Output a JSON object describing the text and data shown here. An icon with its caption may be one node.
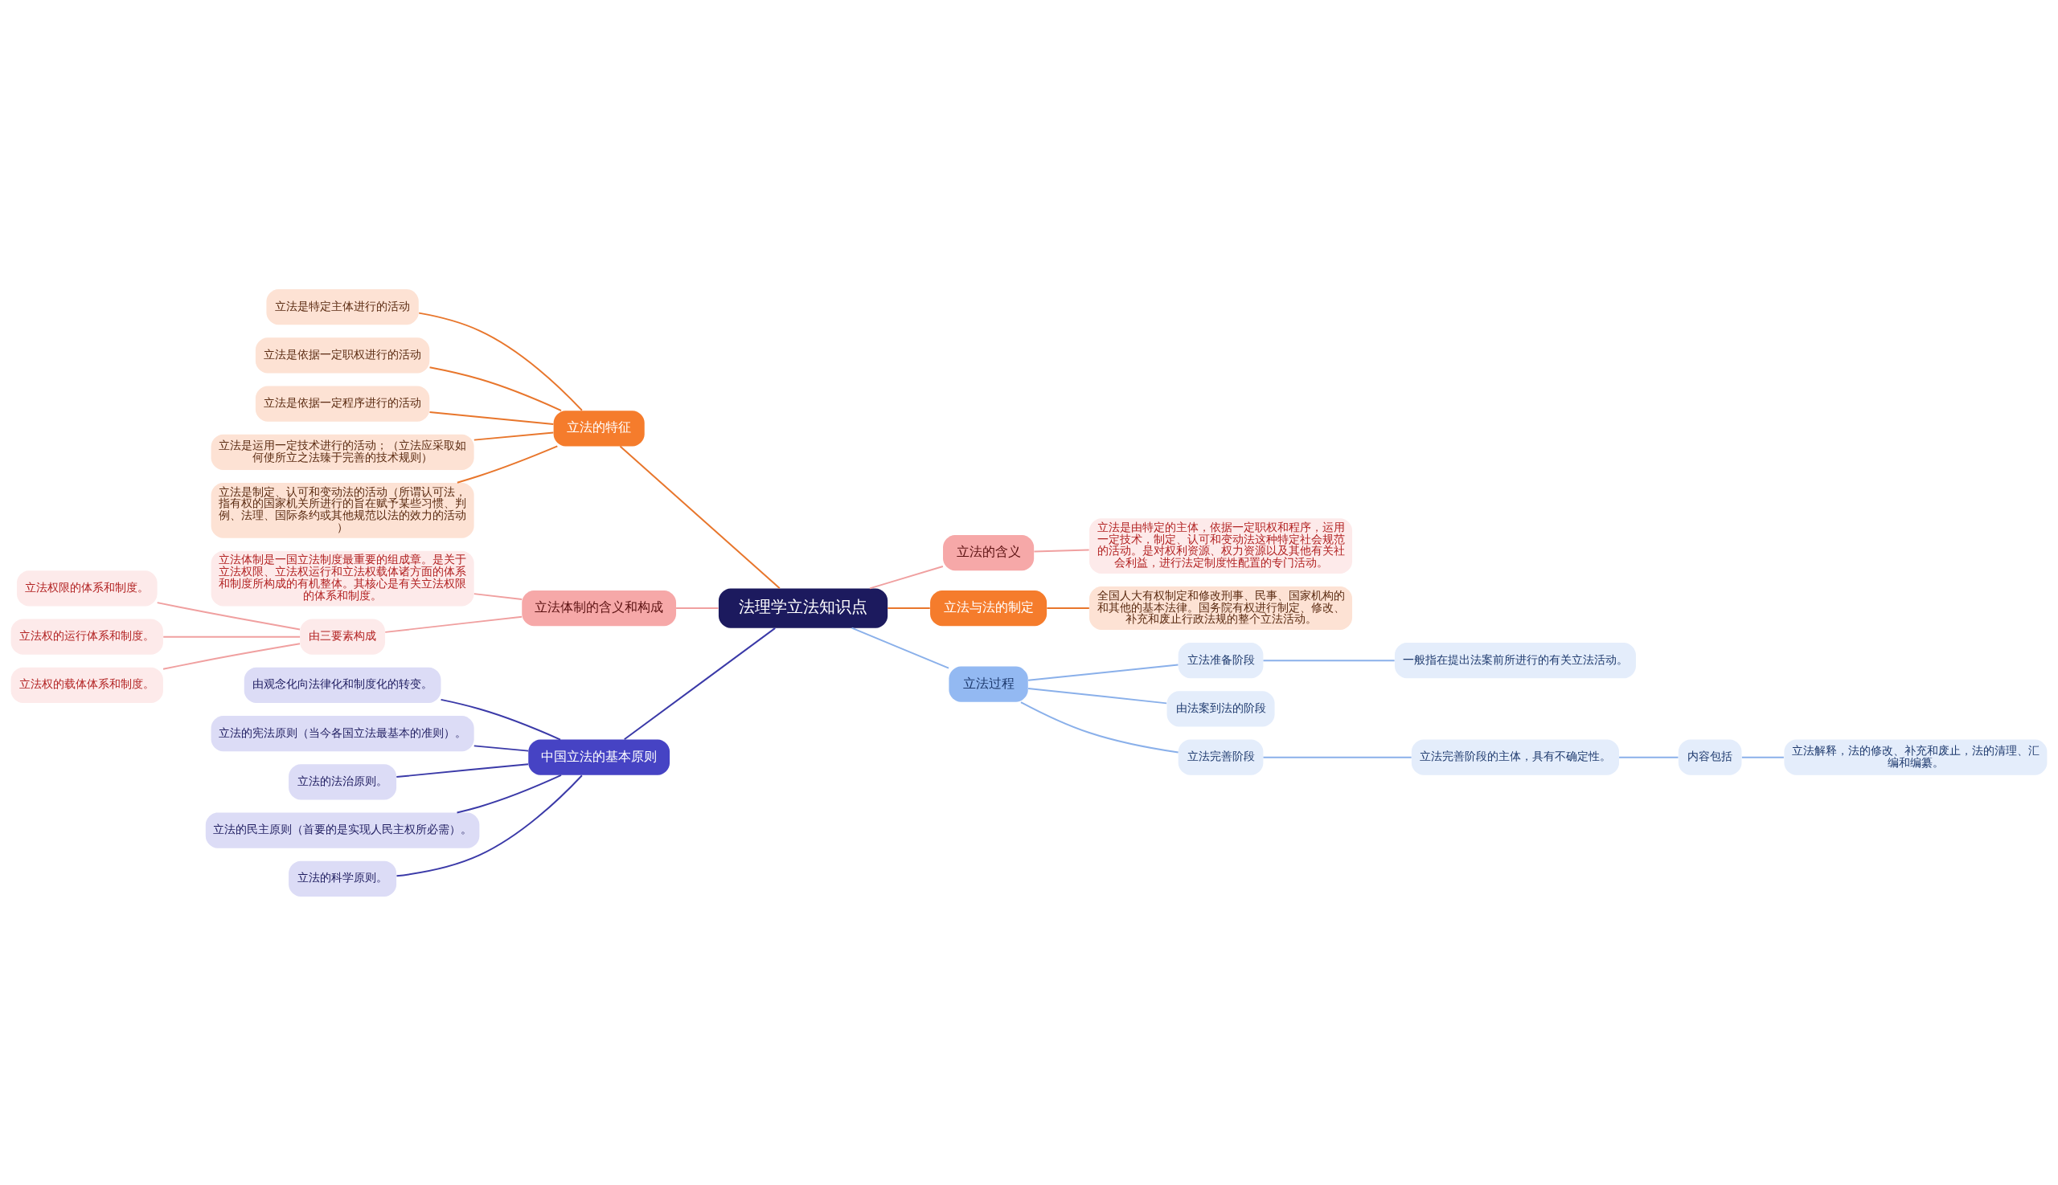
{
  "diagram": {
    "nodes": [
      {
        "text": [
          "法理学立法知识点"
        ]
      },
      {
        "text": [
          "立法的特征"
        ]
      },
      {
        "text": [
          "立法是特定主体进行的活动"
        ]
      },
      {
        "text": [
          "立法是依据一定职权进行的活动"
        ]
      },
      {
        "text": [
          "立法是依据一定程序进行的活动"
        ]
      },
      {
        "text": [
          "立法是运用一定技术进行的活动；（立法应采取如何使所立之法臻于完善的技术规则）"
        ]
      },
      {
        "text": [
          "立法是制定、认可和变动法的活动（所谓认可法，指有权的国家机关所进行的旨在赋予某些习惯、判例、法理、国际条约或其他规范以法的效力的活动）"
        ]
      },
      {
        "text": [
          "立法体制的含义和构成"
        ]
      },
      {
        "text": [
          "立法体制是一国立法制度最重要的组成章。是关于立法权限、立法权运行和立法权载体诸方面的体系和制度所构成的有机整体。其核心是有关立法权限的体系和制度。"
        ]
      },
      {
        "text": [
          "由三要素构成"
        ]
      },
      {
        "text": [
          "立法权限的体系和制度。"
        ]
      },
      {
        "text": [
          "立法权的运行体系和制度。"
        ]
      },
      {
        "text": [
          "立法权的载体体系和制度。"
        ]
      },
      {
        "text": [
          "中国立法的基本原则"
        ]
      },
      {
        "text": [
          "由观念化向法律化和制度化的转变。"
        ]
      },
      {
        "text": [
          "立法的宪法原则（当今各国立法最基本的准则）。"
        ]
      },
      {
        "text": [
          "立法的法治原则。"
        ]
      },
      {
        "text": [
          "立法的民主原则（首要的是实现人民主权所必需）。"
        ]
      },
      {
        "text": [
          "立法的科学原则。"
        ]
      },
      {
        "text": [
          "立法的含义"
        ]
      },
      {
        "text": [
          "立法是由特定的主体，依据一定职权和程序，运用一定技术，制定、认可和变动法这种特定社会规范的活动。是对权利资源、权力资源以及其他有关社会利益，进行法定制度性配置的专门活动。"
        ]
      },
      {
        "text": [
          "立法与法的制定"
        ]
      },
      {
        "text": [
          "全国人大有权制定和修改刑事、民事、国家机构的和其他的基本法律。国务院有权进行制定、修改、补充和废止行政法规的整个立法活动。"
        ]
      },
      {
        "text": [
          "立法过程"
        ]
      },
      {
        "text": [
          "立法准备阶段"
        ]
      },
      {
        "text": [
          "一般指在提出法案前所进行的有关立法活动。"
        ]
      },
      {
        "text": [
          "由法案到法的阶段"
        ]
      },
      {
        "text": [
          "立法完善阶段"
        ]
      },
      {
        "text": [
          "立法完善阶段的主体，具有不确定性。"
        ]
      },
      {
        "text": [
          "内容包括"
        ]
      },
      {
        "text": [
          "立法解释，法的修改、补充和废止，法的清理、汇编和编纂。"
        ]
      }
    ],
    "edges": [
      {
        "from": 0,
        "to": 1,
        "arrow": "none",
        "color": "#e8762c"
      },
      {
        "from": 1,
        "to": 2,
        "arrow": "none",
        "color": "#e8762c"
      },
      {
        "from": 1,
        "to": 3,
        "arrow": "none",
        "color": "#e8762c"
      },
      {
        "from": 1,
        "to": 4,
        "arrow": "none",
        "color": "#e8762c"
      },
      {
        "from": 1,
        "to": 5,
        "arrow": "none",
        "color": "#e8762c"
      },
      {
        "from": 1,
        "to": 6,
        "arrow": "none",
        "color": "#e8762c"
      },
      {
        "from": 0,
        "to": 7,
        "arrow": "none",
        "color": "#f0a0a0"
      },
      {
        "from": 7,
        "to": 8,
        "arrow": "none",
        "color": "#f0a0a0"
      },
      {
        "from": 7,
        "to": 9,
        "arrow": "none",
        "color": "#f0a0a0"
      },
      {
        "from": 9,
        "to": 10,
        "arrow": "none",
        "color": "#f0a0a0"
      },
      {
        "from": 9,
        "to": 11,
        "arrow": "none",
        "color": "#f0a0a0"
      },
      {
        "from": 9,
        "to": 12,
        "arrow": "none",
        "color": "#f0a0a0"
      },
      {
        "from": 0,
        "to": 13,
        "arrow": "none",
        "color": "#3b3aa8"
      },
      {
        "from": 13,
        "to": 14,
        "arrow": "none",
        "color": "#3b3aa8"
      },
      {
        "from": 13,
        "to": 15,
        "arrow": "none",
        "color": "#3b3aa8"
      },
      {
        "from": 13,
        "to": 16,
        "arrow": "none",
        "color": "#3b3aa8"
      },
      {
        "from": 13,
        "to": 17,
        "arrow": "none",
        "color": "#3b3aa8"
      },
      {
        "from": 13,
        "to": 18,
        "arrow": "none",
        "color": "#3b3aa8"
      },
      {
        "from": 0,
        "to": 19,
        "arrow": "none",
        "color": "#f0a0a0"
      },
      {
        "from": 19,
        "to": 20,
        "arrow": "none",
        "color": "#f0a0a0"
      },
      {
        "from": 0,
        "to": 21,
        "arrow": "none",
        "color": "#e8762c"
      },
      {
        "from": 21,
        "to": 22,
        "arrow": "none",
        "color": "#e8762c"
      },
      {
        "from": 0,
        "to": 23,
        "arrow": "none",
        "color": "#8ab0ea"
      },
      {
        "from": 23,
        "to": 24,
        "arrow": "none",
        "color": "#8ab0ea"
      },
      {
        "from": 24,
        "to": 25,
        "arrow": "none",
        "color": "#8ab0ea"
      },
      {
        "from": 23,
        "to": 26,
        "arrow": "none",
        "color": "#8ab0ea"
      },
      {
        "from": 23,
        "to": 27,
        "arrow": "none",
        "color": "#8ab0ea"
      },
      {
        "from": 27,
        "to": 28,
        "arrow": "none",
        "color": "#8ab0ea"
      },
      {
        "from": 28,
        "to": 29,
        "arrow": "none",
        "color": "#8ab0ea"
      },
      {
        "from": 29,
        "to": 30,
        "arrow": "none",
        "color": "#8ab0ea"
      }
    ]
  }
}
